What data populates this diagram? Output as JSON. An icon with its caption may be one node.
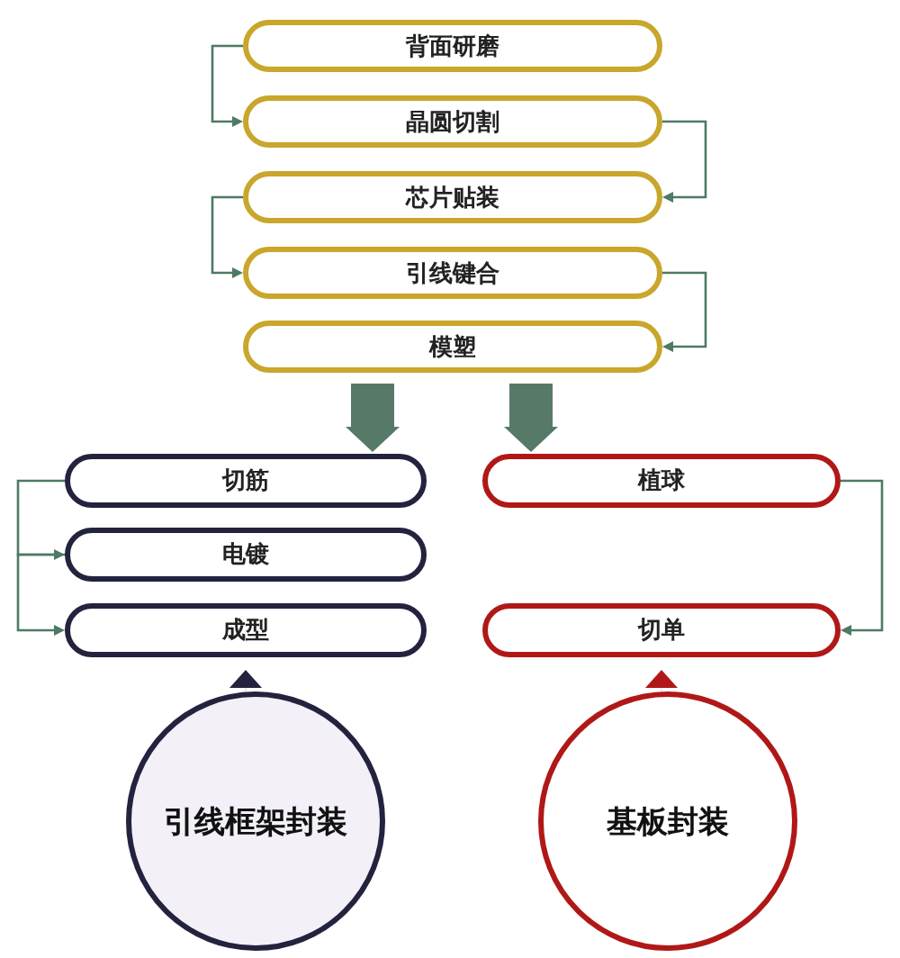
{
  "diagram": {
    "nodes": [
      {
        "text": [
          "背面研磨"
        ]
      },
      {
        "text": [
          "晶圆切割"
        ]
      },
      {
        "text": [
          "芯片贴装"
        ]
      },
      {
        "text": [
          "引线键合"
        ]
      },
      {
        "text": [
          "模塑"
        ]
      },
      {
        "text": [
          "切筋"
        ]
      },
      {
        "text": [
          "电镀"
        ]
      },
      {
        "text": [
          "成型"
        ]
      },
      {
        "text": [
          "植球"
        ]
      },
      {
        "text": [
          "切单"
        ]
      },
      {
        "text": [
          "引线框架封装"
        ]
      },
      {
        "text": [
          "基板封装"
        ]
      }
    ],
    "edges": [
      {
        "from": 0,
        "to": 1,
        "arrow": "to"
      },
      {
        "from": 1,
        "to": 2,
        "arrow": "to"
      },
      {
        "from": 2,
        "to": 3,
        "arrow": "to"
      },
      {
        "from": 3,
        "to": 4,
        "arrow": "to"
      },
      {
        "from": 4,
        "to": 5,
        "arrow": "to",
        "style": "thick"
      },
      {
        "from": 4,
        "to": 8,
        "arrow": "to",
        "style": "thick"
      },
      {
        "from": 5,
        "to": 6,
        "arrow": "to"
      },
      {
        "from": 6,
        "to": 7,
        "arrow": "to"
      },
      {
        "from": 8,
        "to": 9,
        "arrow": "to"
      },
      {
        "from": 10,
        "to": 7,
        "arrow": "to",
        "color": "#23233f"
      },
      {
        "from": 11,
        "to": 9,
        "arrow": "to",
        "color": "#b01818"
      }
    ]
  }
}
